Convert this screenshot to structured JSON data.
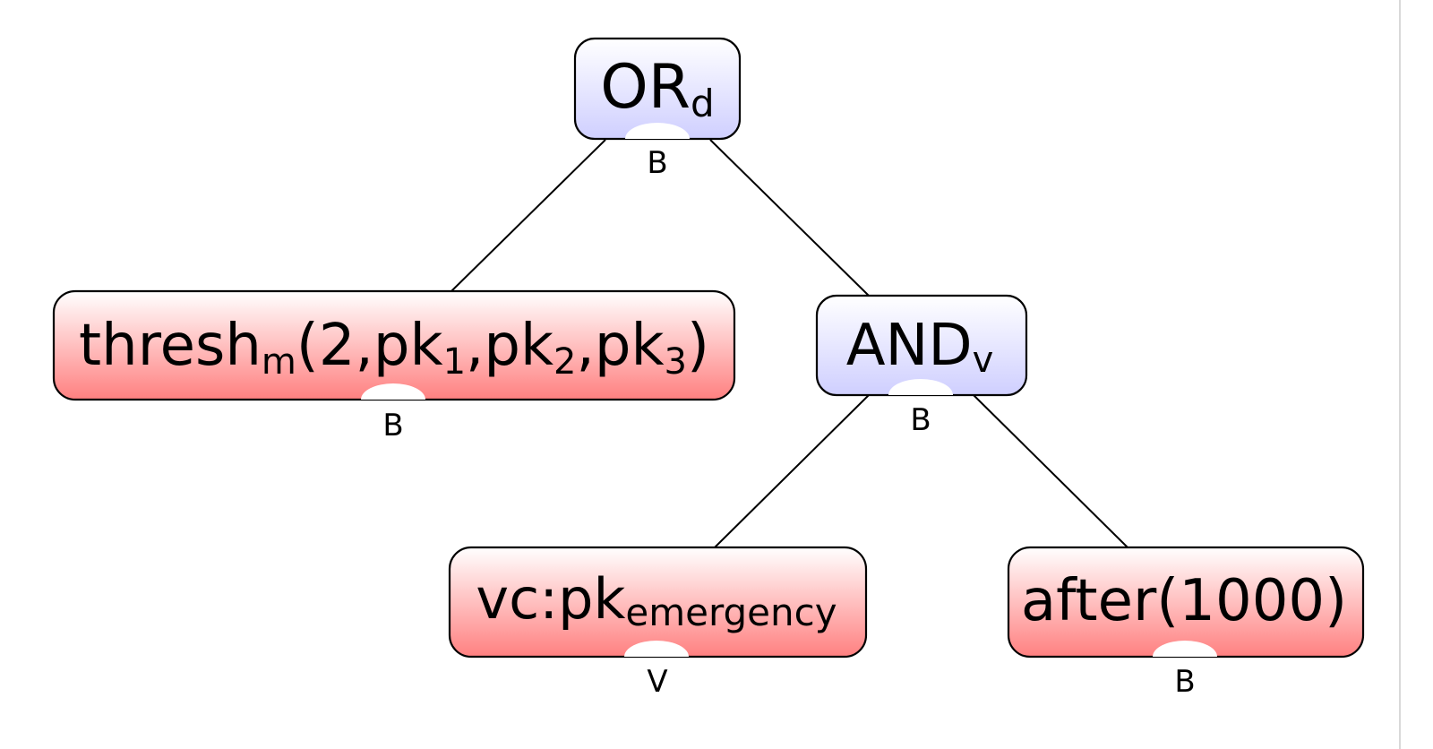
{
  "tree": {
    "root": {
      "kind": "operator",
      "label": {
        "main": "OR",
        "sub": "d"
      },
      "type_badge": "B",
      "children": [
        {
          "kind": "leaf",
          "label": {
            "parts": [
              {
                "t": "thresh"
              },
              {
                "t": "m",
                "sub": true
              },
              {
                "t": "(2,pk"
              },
              {
                "t": "1",
                "sub": true
              },
              {
                "t": ",pk"
              },
              {
                "t": "2",
                "sub": true
              },
              {
                "t": ",pk"
              },
              {
                "t": "3",
                "sub": true
              },
              {
                "t": ")"
              }
            ]
          },
          "type_badge": "B"
        },
        {
          "kind": "operator",
          "label": {
            "main": "AND",
            "sub": "v"
          },
          "type_badge": "B",
          "children": [
            {
              "kind": "leaf",
              "label": {
                "main": "vc:pk",
                "sub": "emergency"
              },
              "type_badge": "V"
            },
            {
              "kind": "leaf",
              "label": {
                "main": "after(1000)"
              },
              "type_badge": "B"
            }
          ]
        }
      ]
    }
  },
  "colors": {
    "operator_fill_top": "#ffffff",
    "operator_fill_bottom": "#cfcfff",
    "leaf_fill_top": "#ffffff",
    "leaf_fill_bottom": "#ff8080",
    "stroke": "#000000"
  }
}
